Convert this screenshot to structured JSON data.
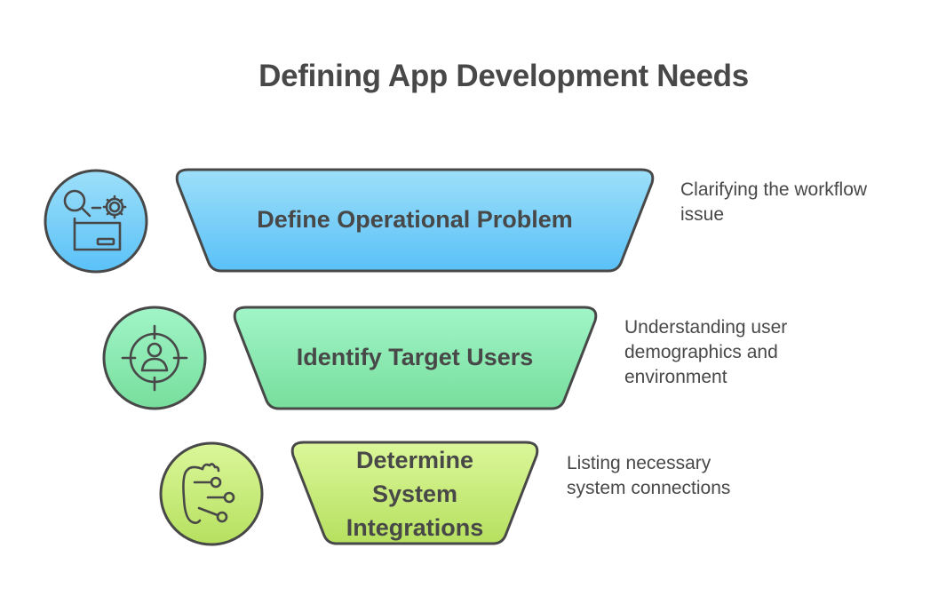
{
  "title": "Defining App Development Needs",
  "stages": [
    {
      "label": "Define Operational Problem",
      "description_lines": [
        "Clarifying the workflow",
        "issue"
      ],
      "icon": "search-gear-box-icon",
      "colors": {
        "top": "#9ddff9",
        "bottom": "#5ac1f8"
      }
    },
    {
      "label": "Identify Target Users",
      "description_lines": [
        "Understanding user",
        "demographics and",
        "environment"
      ],
      "icon": "target-user-icon",
      "colors": {
        "top": "#a1f5c8",
        "bottom": "#77de9c"
      }
    },
    {
      "label_lines": [
        "Determine",
        "System",
        "Integrations"
      ],
      "label": "Determine System Integrations",
      "description_lines": [
        "Listing necessary",
        "system connections"
      ],
      "icon": "integration-nodes-icon",
      "colors": {
        "top": "#dbf79a",
        "bottom": "#b6e05f"
      }
    }
  ],
  "stroke_color": "#484848"
}
